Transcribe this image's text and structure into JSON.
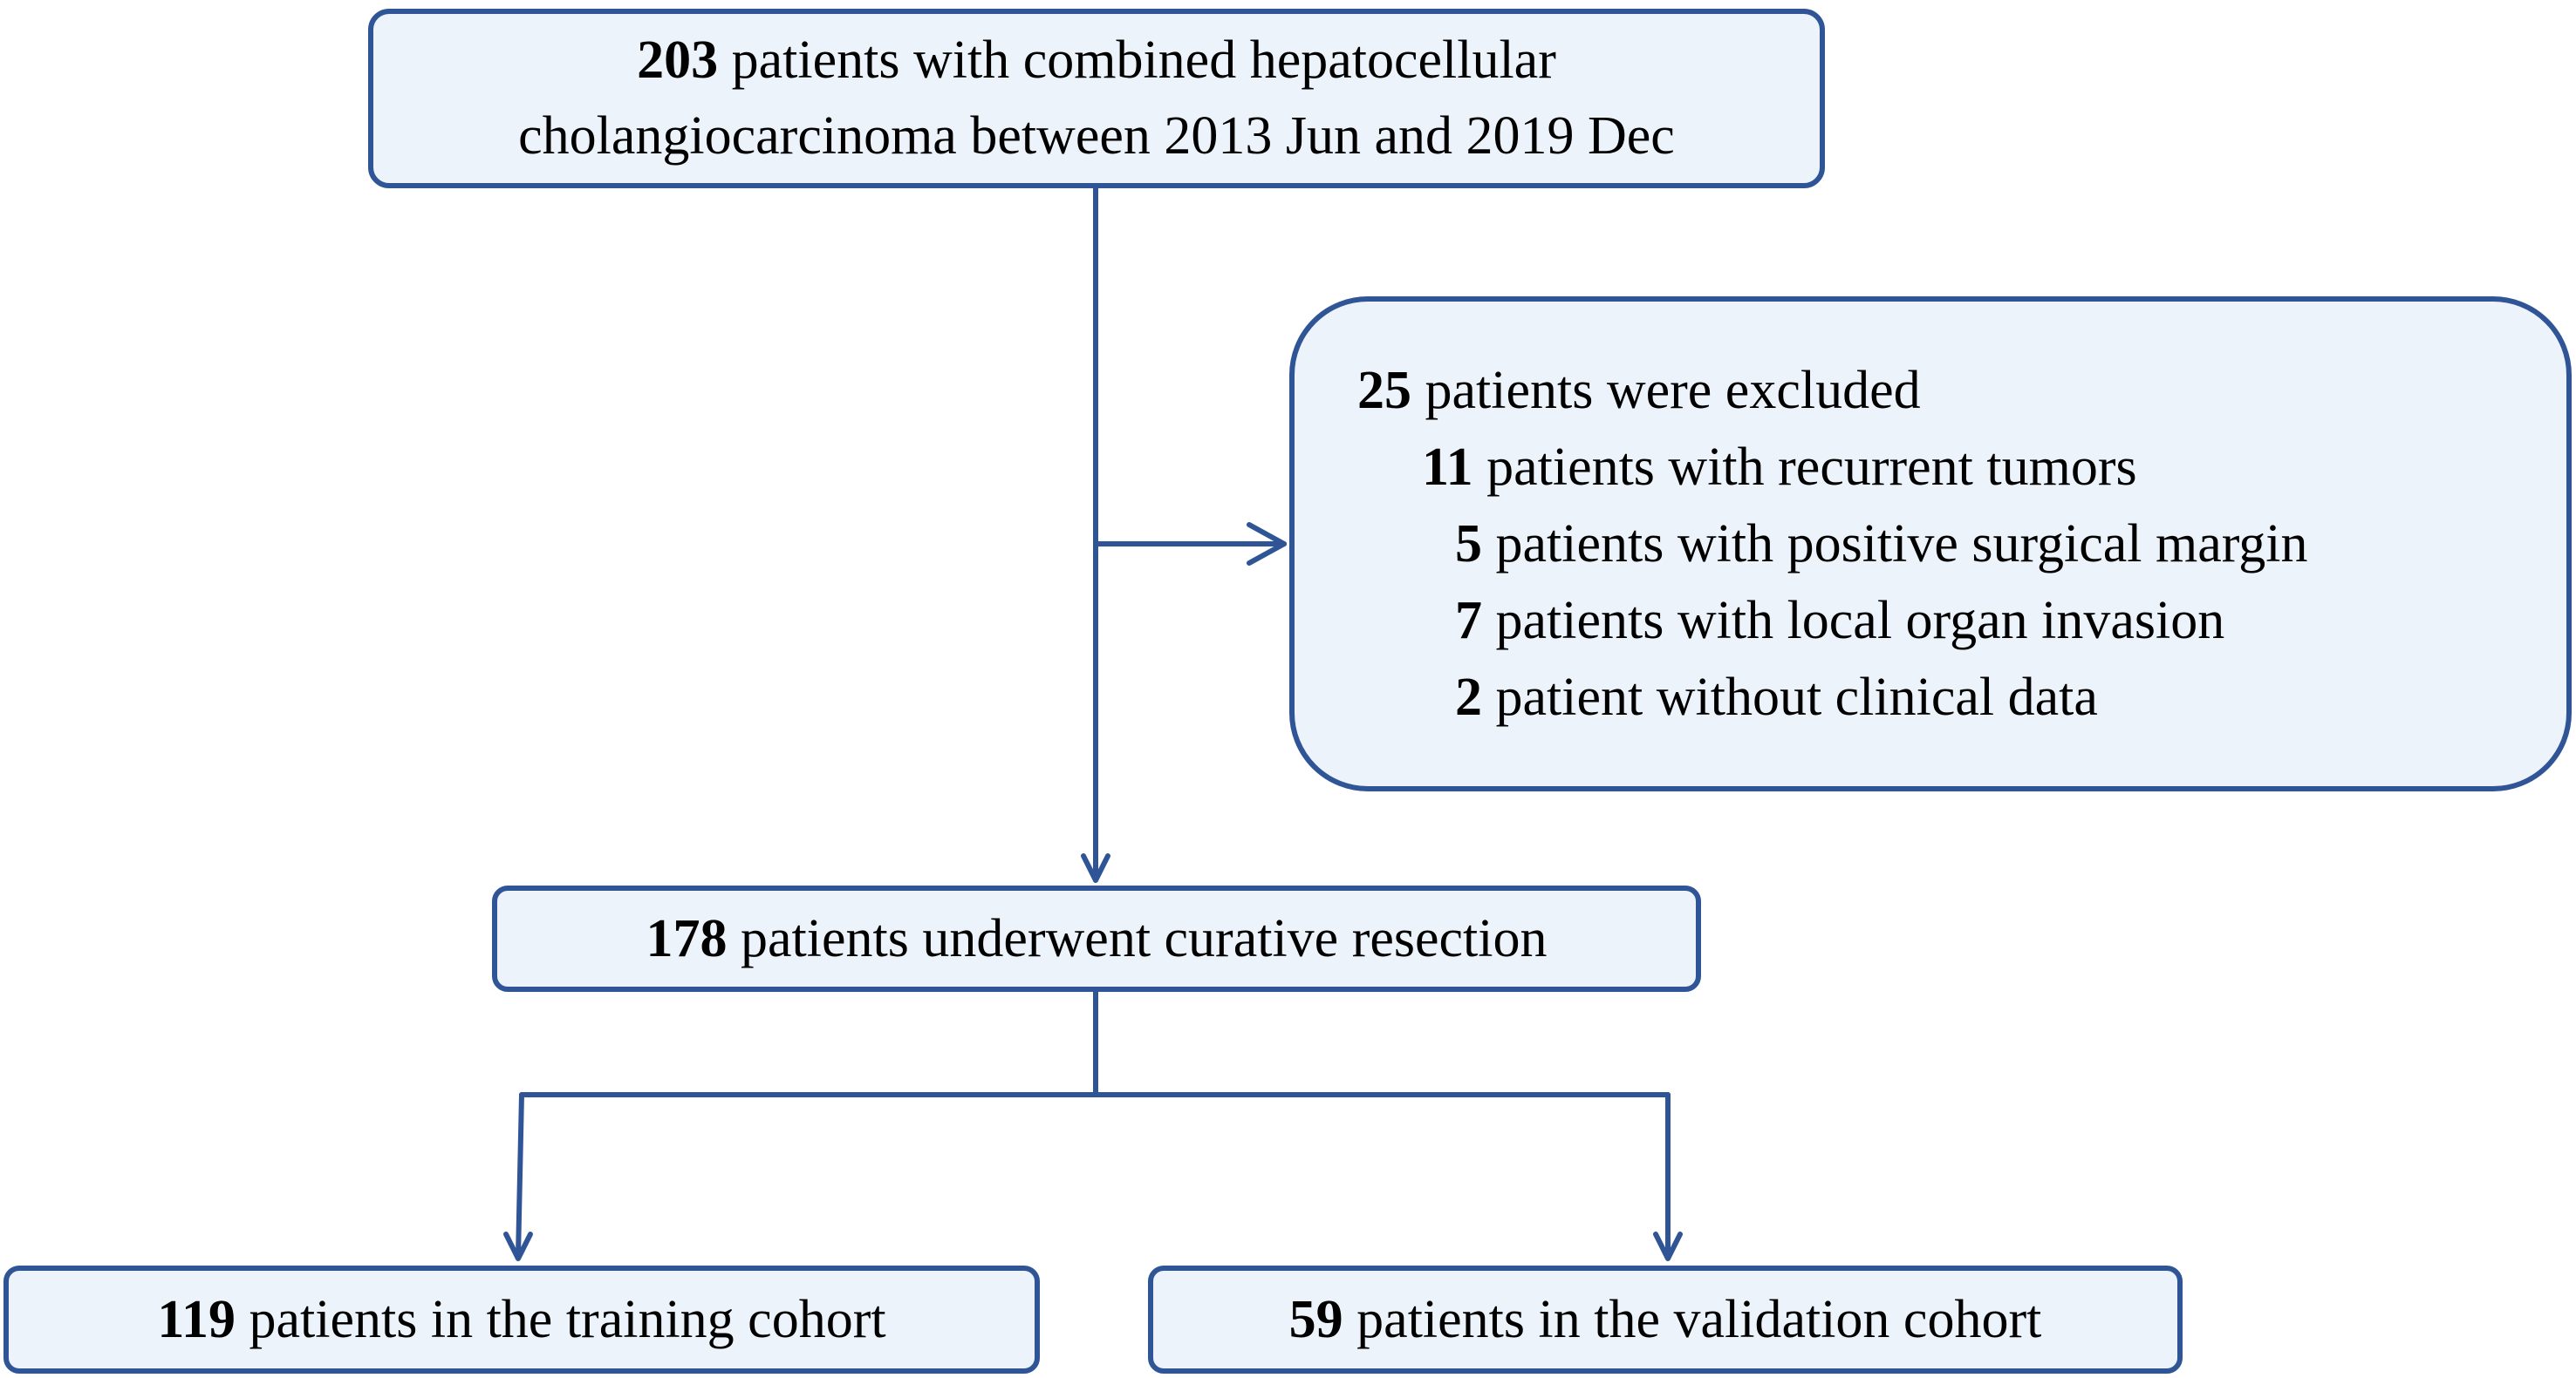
{
  "start": {
    "line1": {
      "count": "203",
      "text": " patients with combined hepatocellular"
    },
    "line2": "cholangiocarcinoma between 2013 Jun and 2019 Dec"
  },
  "excluded": {
    "header": {
      "count": "25",
      "text": " patients were excluded"
    },
    "items": [
      {
        "count": "11",
        "text": " patients with recurrent tumors"
      },
      {
        "count": "5",
        "text": " patients with positive surgical margin"
      },
      {
        "count": "7",
        "text": " patients with local organ invasion"
      },
      {
        "count": "2",
        "text": " patient without clinical data"
      }
    ]
  },
  "resection": {
    "count": "178",
    "text": " patients underwent curative resection"
  },
  "training": {
    "count": "119",
    "text": " patients in the training cohort"
  },
  "validation": {
    "count": "59",
    "text": " patients in the validation cohort"
  },
  "colors": {
    "border": "#2f5597",
    "fill": "#edf3fb",
    "connector": "#2f5597"
  }
}
